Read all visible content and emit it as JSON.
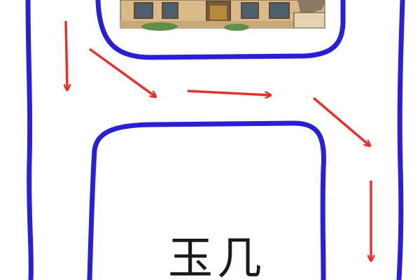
{
  "caption": "玉几",
  "colors": {
    "road": "#2a1fd6",
    "arrow": "#e8302a",
    "house_wall": "#d9b98a",
    "house_roof": "#8a7a64",
    "house_trim": "#5b4a34",
    "greenery": "#5f8f46"
  },
  "icons": {
    "house": "house-illustration",
    "arrow": "red-arrow"
  }
}
